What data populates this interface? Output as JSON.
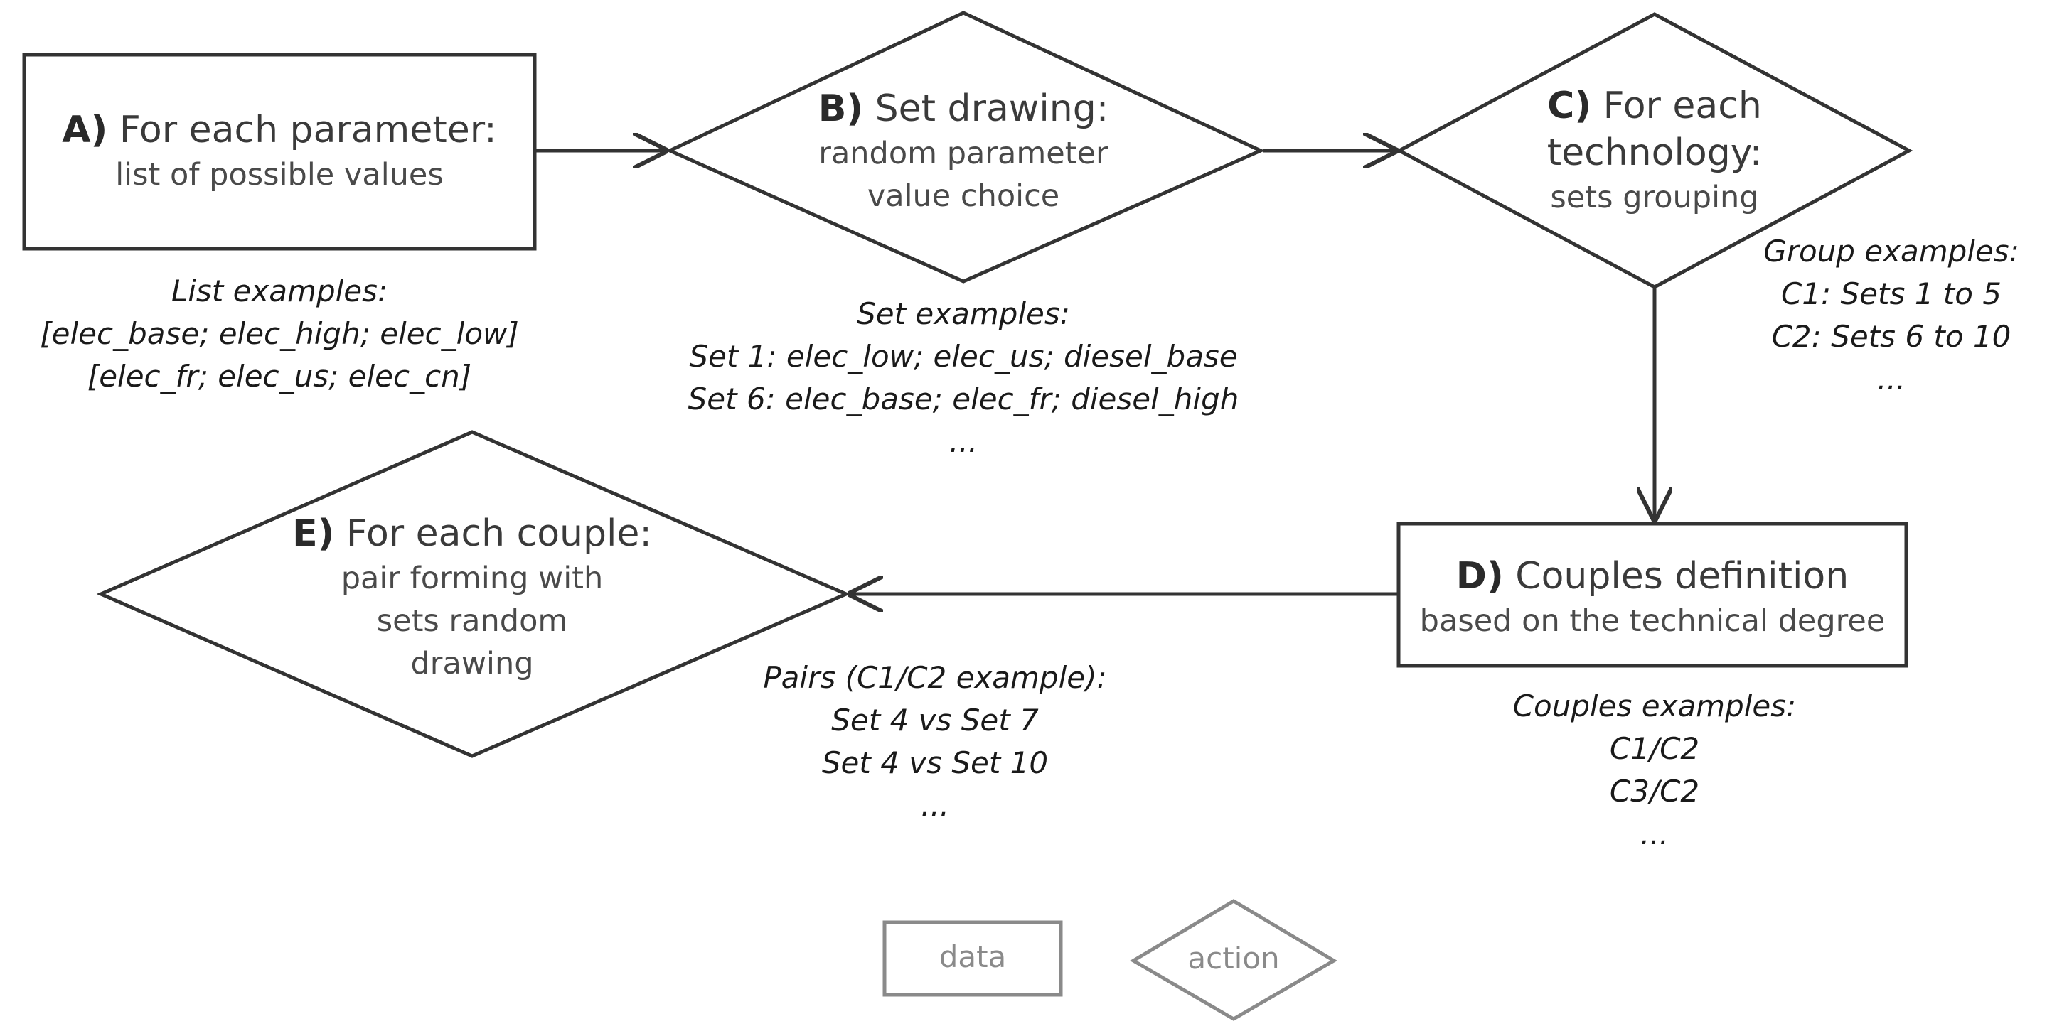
{
  "nodes": {
    "a": {
      "letter": "A)",
      "title": "For each parameter:",
      "sub": [
        "list of possible values"
      ]
    },
    "b": {
      "letter": "B)",
      "title": "Set drawing:",
      "sub": [
        "random parameter",
        "value choice"
      ]
    },
    "c": {
      "letter": "C)",
      "title_l1": "For each",
      "title_l2": "technology:",
      "sub": [
        "sets grouping"
      ]
    },
    "d": {
      "letter": "D)",
      "title": "Couples definition",
      "sub": [
        "based on the technical degree"
      ]
    },
    "e": {
      "letter": "E)",
      "title": "For each couple:",
      "sub": [
        "pair forming with",
        "sets random",
        "drawing"
      ]
    }
  },
  "examples": {
    "a": [
      "List examples:",
      "[elec_base; elec_high; elec_low]",
      "[elec_fr; elec_us; elec_cn]"
    ],
    "b": [
      "Set examples:",
      "Set 1: elec_low; elec_us; diesel_base",
      "Set 6: elec_base; elec_fr; diesel_high",
      "..."
    ],
    "c": [
      "Group examples:",
      "C1: Sets 1 to 5",
      "C2: Sets 6 to 10",
      "..."
    ],
    "d": [
      "Couples examples:",
      "C1/C2",
      "C3/C2",
      "..."
    ],
    "e": [
      "Pairs (C1/C2 example):",
      "Set 4 vs Set 7",
      "Set 4 vs Set 10",
      "..."
    ]
  },
  "legend": {
    "data": "data",
    "action": "action"
  },
  "colors": {
    "stroke": "#333333",
    "legend_stroke": "#8a8a8a"
  }
}
